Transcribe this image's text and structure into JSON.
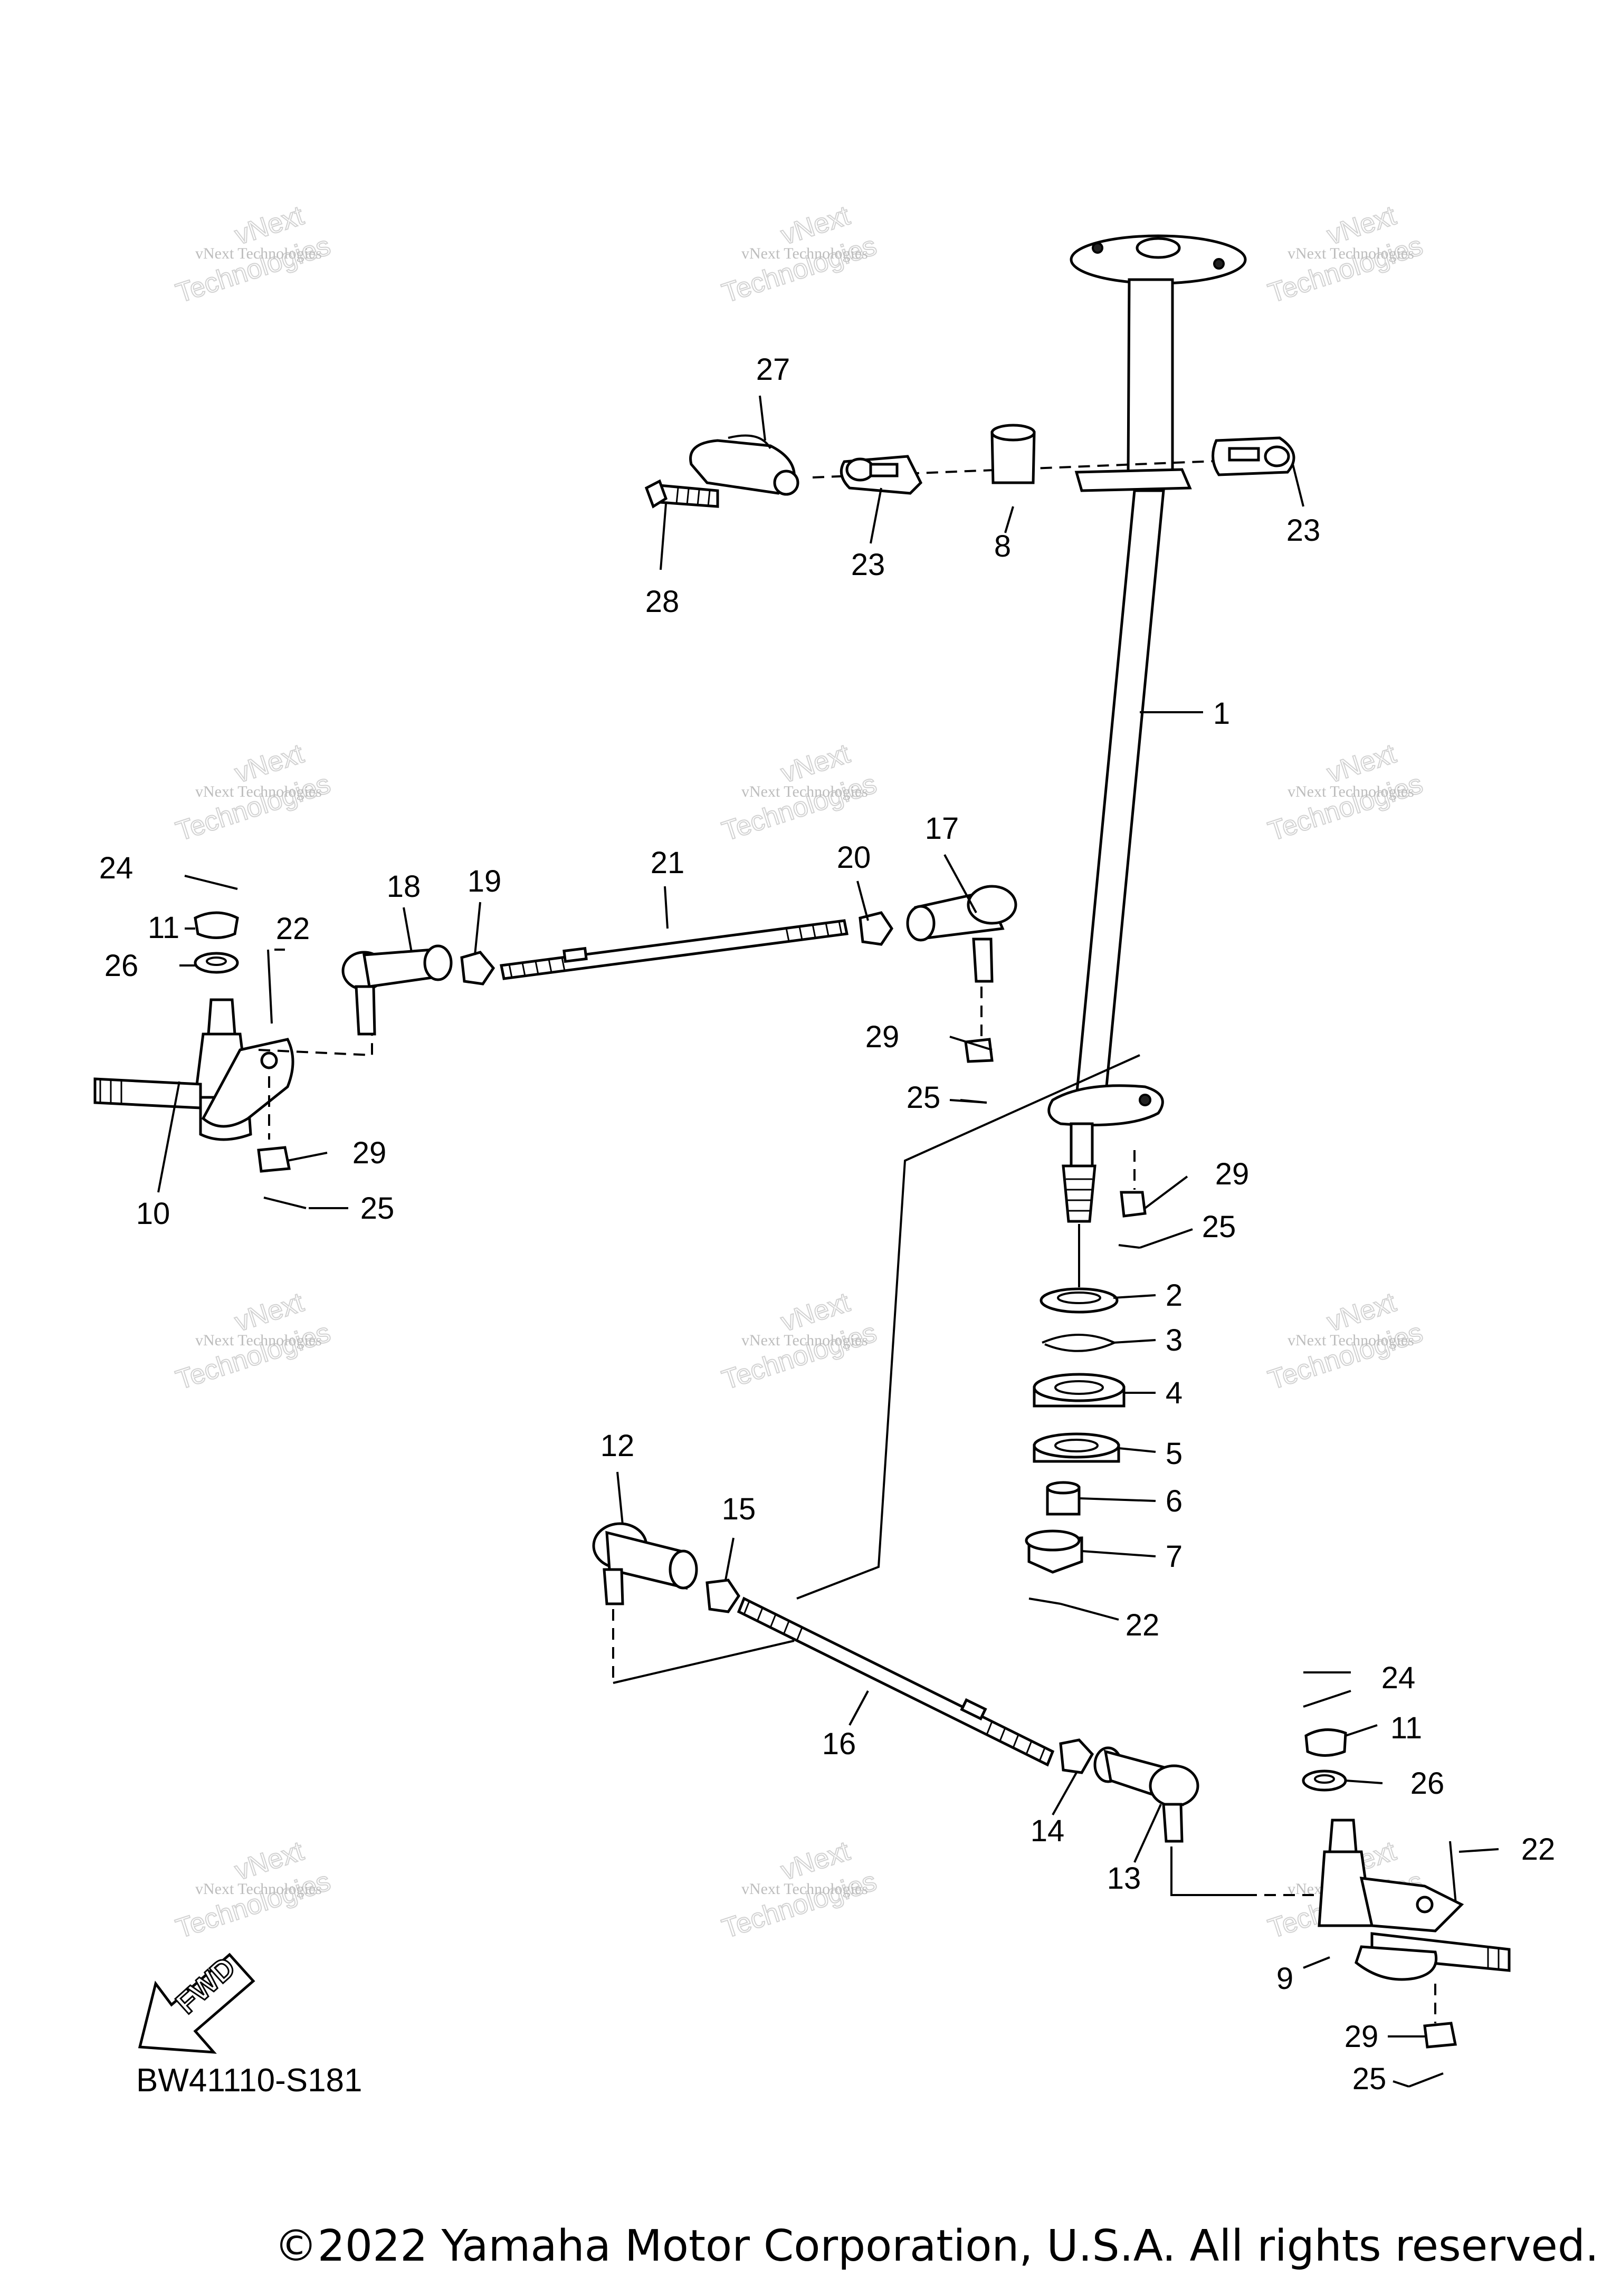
{
  "watermark": {
    "line1": "vNext Technologies",
    "line2": "Technologies",
    "line3": "vNext"
  },
  "fwd_label": "FWD",
  "diagram_code": "BW41110-S181",
  "copyright": "©2022 Yamaha Motor Corporation, U.S.A. All rights reserved.",
  "callouts": [
    {
      "n": "1"
    },
    {
      "n": "2"
    },
    {
      "n": "3"
    },
    {
      "n": "4"
    },
    {
      "n": "5"
    },
    {
      "n": "6"
    },
    {
      "n": "7"
    },
    {
      "n": "8"
    },
    {
      "n": "9"
    },
    {
      "n": "10"
    },
    {
      "n": "11"
    },
    {
      "n": "11"
    },
    {
      "n": "12"
    },
    {
      "n": "13"
    },
    {
      "n": "14"
    },
    {
      "n": "15"
    },
    {
      "n": "16"
    },
    {
      "n": "17"
    },
    {
      "n": "18"
    },
    {
      "n": "19"
    },
    {
      "n": "20"
    },
    {
      "n": "21"
    },
    {
      "n": "22"
    },
    {
      "n": "22"
    },
    {
      "n": "22"
    },
    {
      "n": "23"
    },
    {
      "n": "23"
    },
    {
      "n": "24"
    },
    {
      "n": "24"
    },
    {
      "n": "25"
    },
    {
      "n": "25"
    },
    {
      "n": "25"
    },
    {
      "n": "25"
    },
    {
      "n": "26"
    },
    {
      "n": "26"
    },
    {
      "n": "27"
    },
    {
      "n": "28"
    },
    {
      "n": "29"
    },
    {
      "n": "29"
    },
    {
      "n": "29"
    },
    {
      "n": "29"
    }
  ]
}
